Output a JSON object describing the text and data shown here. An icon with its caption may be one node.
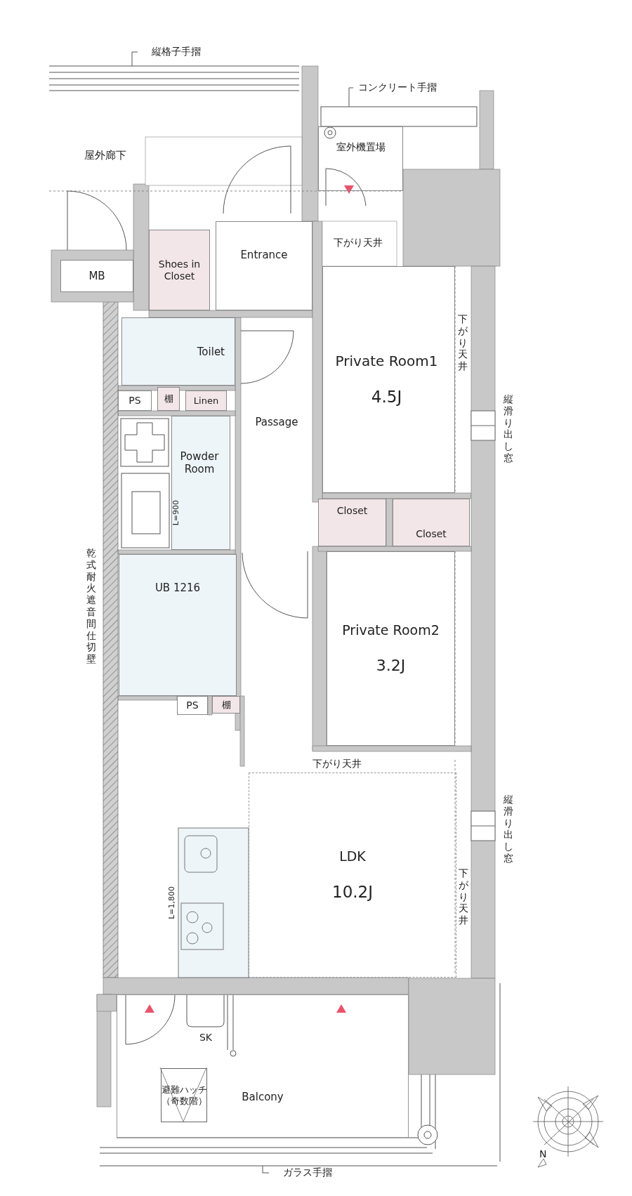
{
  "diagram": {
    "nodes": [
      {
        "text": [
          "縦格子手摺"
        ]
      },
      {
        "text": [
          "コンクリート手摺"
        ]
      },
      {
        "text": [
          "室外機置場"
        ]
      },
      {
        "text": [
          "屋外廊下"
        ]
      },
      {
        "text": [
          "Shoes in Closet"
        ]
      },
      {
        "text": [
          "Entrance"
        ]
      },
      {
        "text": [
          "MB"
        ]
      },
      {
        "text": [
          "Toilet"
        ]
      },
      {
        "text": [
          "Private Room1",
          "4.5J"
        ],
        "beside": [
          "下がり天井"
        ]
      },
      {
        "text": [
          "PS"
        ]
      },
      {
        "text": [
          "棚"
        ]
      },
      {
        "text": [
          "Linen"
        ]
      },
      {
        "text": [
          "Passage"
        ]
      },
      {
        "text": [
          "Powder Room"
        ]
      },
      {
        "text": [
          "Closet"
        ]
      },
      {
        "text": [
          "Closet"
        ]
      },
      {
        "text": [
          "UB 1216"
        ]
      },
      {
        "text": [
          "Private Room2",
          "3.2J"
        ]
      },
      {
        "text": [
          "PS"
        ]
      },
      {
        "text": [
          "棚"
        ]
      },
      {
        "text": [
          "LDK",
          "10.2J"
        ],
        "beside": [
          "下がり天井"
        ]
      },
      {
        "text": [
          "Balcony"
        ]
      },
      {
        "text": [
          "SK"
        ],
        "in": 21
      },
      {
        "text": [
          "避難ハッチ（奇数階）"
        ],
        "in": 21
      },
      {
        "text": [
          "ガラス手摺"
        ]
      },
      {
        "text": [],
        "shape": "bar"
      },
      {
        "text": [],
        "shape": "bar"
      },
      {
        "text": [],
        "shape": "bar"
      }
    ],
    "edges": [
      {
        "from": 0,
        "to": 25,
        "arrow": "none"
      },
      {
        "from": 1,
        "to": 26,
        "arrow": "none"
      },
      {
        "from": 24,
        "to": 27,
        "arrow": "none"
      }
    ],
    "labels": [
      "下がり天井",
      "縦滑り出し窓",
      "L=900",
      "乾式耐火遮音間仕切壁",
      "下がり天井",
      "縦滑り出し窓",
      "L=1,800",
      "N"
    ]
  }
}
